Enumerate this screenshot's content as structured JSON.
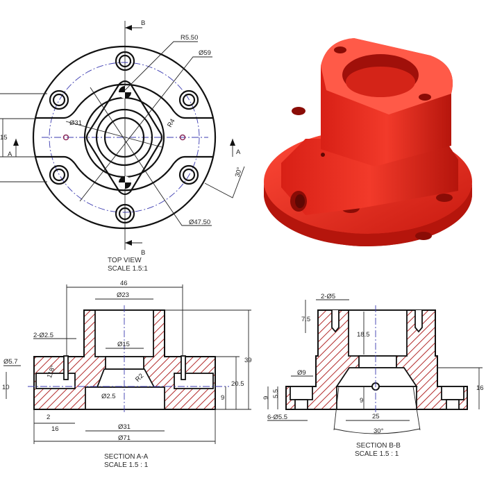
{
  "colors": {
    "part_red": "#e8281e",
    "hatch_red": "#b22a2a",
    "centerline_blue": "#3a3ab0"
  },
  "top_view": {
    "title": "TOP VIEW",
    "scale": "SCALE 1.5:1",
    "section_b_label": "B",
    "section_a_label": "A",
    "dims": {
      "r_fillet": "R5.50",
      "d59": "Ø59",
      "d31": "Ø31",
      "r4": "R4",
      "d47": "Ø47.50",
      "h15": "15",
      "angle30": "30°"
    }
  },
  "section_a": {
    "title": "SECTION A-A",
    "scale": "SCALE 1.5 : 1",
    "dims": {
      "w46": "46",
      "d23": "Ø23",
      "d15": "Ø15",
      "holes": "2-Ø2.5",
      "d57": "Ø5.7",
      "h10": "10",
      "a118": "118°",
      "r2": "R2",
      "d25": "Ø2.5",
      "w2": "2",
      "w16": "16",
      "d31": "Ø31",
      "d71": "Ø71",
      "h39": "39",
      "h205": "20.5",
      "h9": "9"
    }
  },
  "section_b": {
    "title": "SECTION B-B",
    "scale": "SCALE 1.5 : 1",
    "dims": {
      "holes5": "2-Ø5",
      "h75": "7.5",
      "h185": "18.5",
      "d9": "Ø9",
      "h55": "5.5",
      "h9": "9",
      "h9b": "9",
      "holes55": "6-Ø5.5",
      "w25": "25",
      "a30": "30°",
      "h16": "16"
    }
  }
}
